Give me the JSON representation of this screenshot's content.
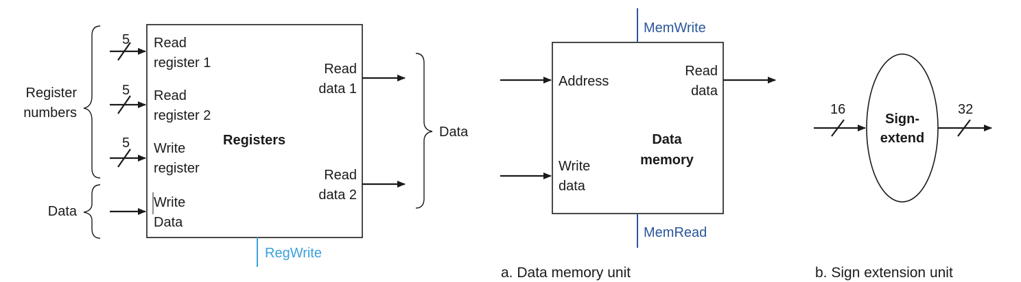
{
  "registers": {
    "title": "Registers",
    "inputs": {
      "read_register_1": [
        "Read",
        "register 1"
      ],
      "read_register_2": [
        "Read",
        "register 2"
      ],
      "write_register": [
        "Write",
        "register"
      ],
      "write_data": [
        "Write",
        "Data"
      ]
    },
    "outputs": {
      "read_data_1": [
        "Read",
        "data 1"
      ],
      "read_data_2": [
        "Read",
        "data 2"
      ]
    },
    "bus_widths": [
      "5",
      "5",
      "5"
    ],
    "left_brace_labels": {
      "register_numbers": [
        "Register",
        "numbers"
      ],
      "data": "Data"
    },
    "right_brace_label": "Data",
    "control": "RegWrite"
  },
  "data_memory": {
    "title": [
      "Data",
      "memory"
    ],
    "inputs": {
      "address": "Address",
      "write_data": [
        "Write",
        "data"
      ]
    },
    "outputs": {
      "read_data": [
        "Read",
        "data"
      ]
    },
    "control_top": "MemWrite",
    "control_bottom": "MemRead",
    "caption": "a. Data memory unit"
  },
  "sign_extend": {
    "title": [
      "Sign-",
      "extend"
    ],
    "input_width": "16",
    "output_width": "32",
    "caption": "b. Sign extension unit"
  },
  "colors": {
    "line": "#1a1a1a",
    "control_dark_blue": "#2a5599",
    "control_light_blue": "#3aa0dc"
  }
}
